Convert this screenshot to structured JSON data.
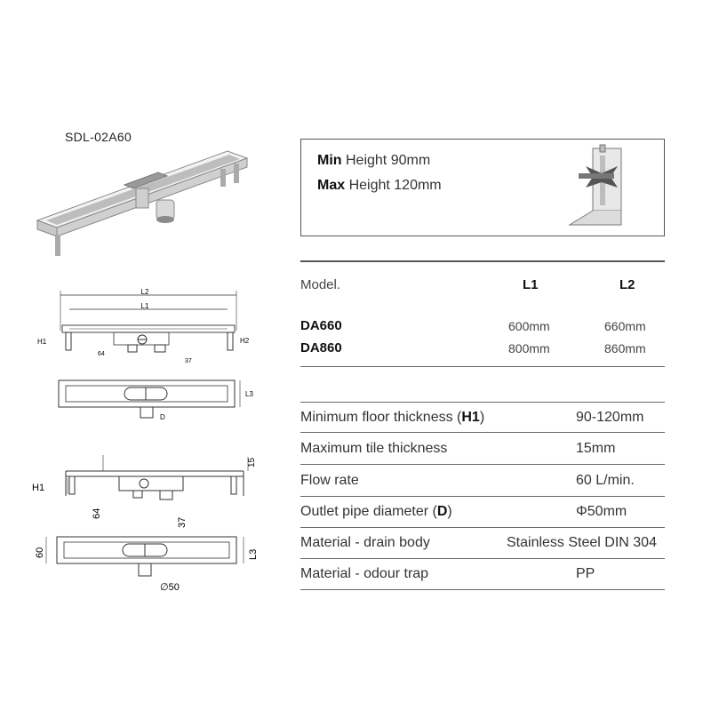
{
  "product": {
    "model_code": "SDL-02A60"
  },
  "height_box": {
    "min_word": "Min",
    "min_text": " Height 90mm",
    "max_word": "Max",
    "max_text": " Height 120mm"
  },
  "models_table": {
    "header": {
      "model": "Model.",
      "l1": "L1",
      "l2": "L2"
    },
    "rows": [
      {
        "model": "DA660",
        "l1": "600mm",
        "l2": "660mm"
      },
      {
        "model": "DA860",
        "l1": "800mm",
        "l2": "860mm"
      }
    ]
  },
  "specs": [
    {
      "label": "Minimum floor thickness (",
      "bold": "H1",
      "after": ")",
      "value": "90-120mm"
    },
    {
      "label": "Maximum tile thickness",
      "bold": "",
      "after": "",
      "value": "15mm"
    },
    {
      "label": "Flow rate",
      "bold": "",
      "after": "",
      "value": "60 L/min."
    },
    {
      "label": "Outlet pipe diameter (",
      "bold": "D",
      "after": ")",
      "value": "Φ50mm"
    },
    {
      "label": "Material - drain body",
      "bold": "",
      "after": "",
      "value": "Stainless Steel DIN 304"
    },
    {
      "label": "Material - odour trap",
      "bold": "",
      "after": "",
      "value": "PP"
    }
  ],
  "drawing_labels": {
    "l2": "L2",
    "l1": "L1",
    "h1": "H1",
    "h2": "H2",
    "d64": "64",
    "d37": "37",
    "l3": "L3",
    "d": "D",
    "h1b": "H1",
    "d15": "15",
    "d64b": "64",
    "d37b": "37",
    "d60": "60",
    "l3b": "L3",
    "dia50": "∅50"
  },
  "colors": {
    "line": "#333333",
    "metal_light": "#e6e6e6",
    "metal_dark": "#9a9a9a"
  }
}
